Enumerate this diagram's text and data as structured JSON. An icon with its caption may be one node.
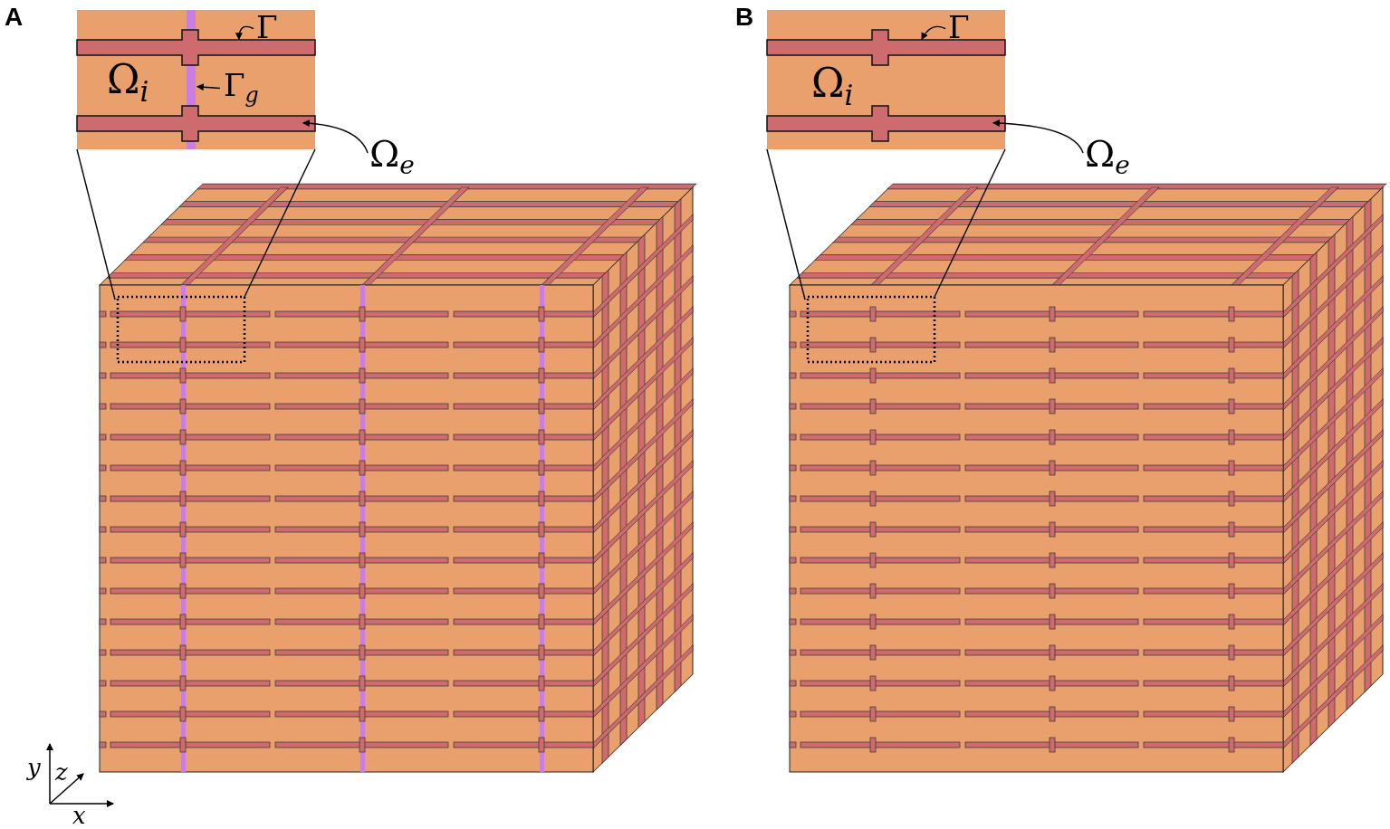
{
  "diagram": {
    "nodes": [
      {
        "text": [],
        "shape": "box"
      },
      {
        "text": [],
        "shape": "box"
      },
      {
        "text": [
          "Γ"
        ],
        "in": 0
      },
      {
        "text": [
          "Γ$_{g}$"
        ],
        "in": 0
      },
      {
        "text": [
          "Ω$_{e}$"
        ]
      },
      {
        "text": [],
        "shape": "box"
      },
      {
        "text": [],
        "shape": "box"
      },
      {
        "text": [
          "Γ"
        ],
        "in": 5
      },
      {
        "text": [
          "Ω$_{e}$"
        ]
      }
    ],
    "edges": [
      {
        "from": 2,
        "to": 0,
        "arrow": "to"
      },
      {
        "from": 3,
        "to": 0,
        "arrow": "to"
      },
      {
        "from": 4,
        "to": 0,
        "arrow": "to"
      },
      {
        "from": 1,
        "to": 0,
        "arrow": "none"
      },
      {
        "from": 1,
        "to": 0,
        "arrow": "none"
      },
      {
        "from": 7,
        "to": 5,
        "arrow": "to"
      },
      {
        "from": 8,
        "to": 5,
        "arrow": "to"
      },
      {
        "from": 6,
        "to": 5,
        "arrow": "none"
      },
      {
        "from": 6,
        "to": 5,
        "arrow": "none"
      }
    ],
    "labels": [
      "A",
      "Ω$_{i}$",
      "B",
      "Ω$_{i}$",
      "y",
      "z",
      "x"
    ]
  }
}
